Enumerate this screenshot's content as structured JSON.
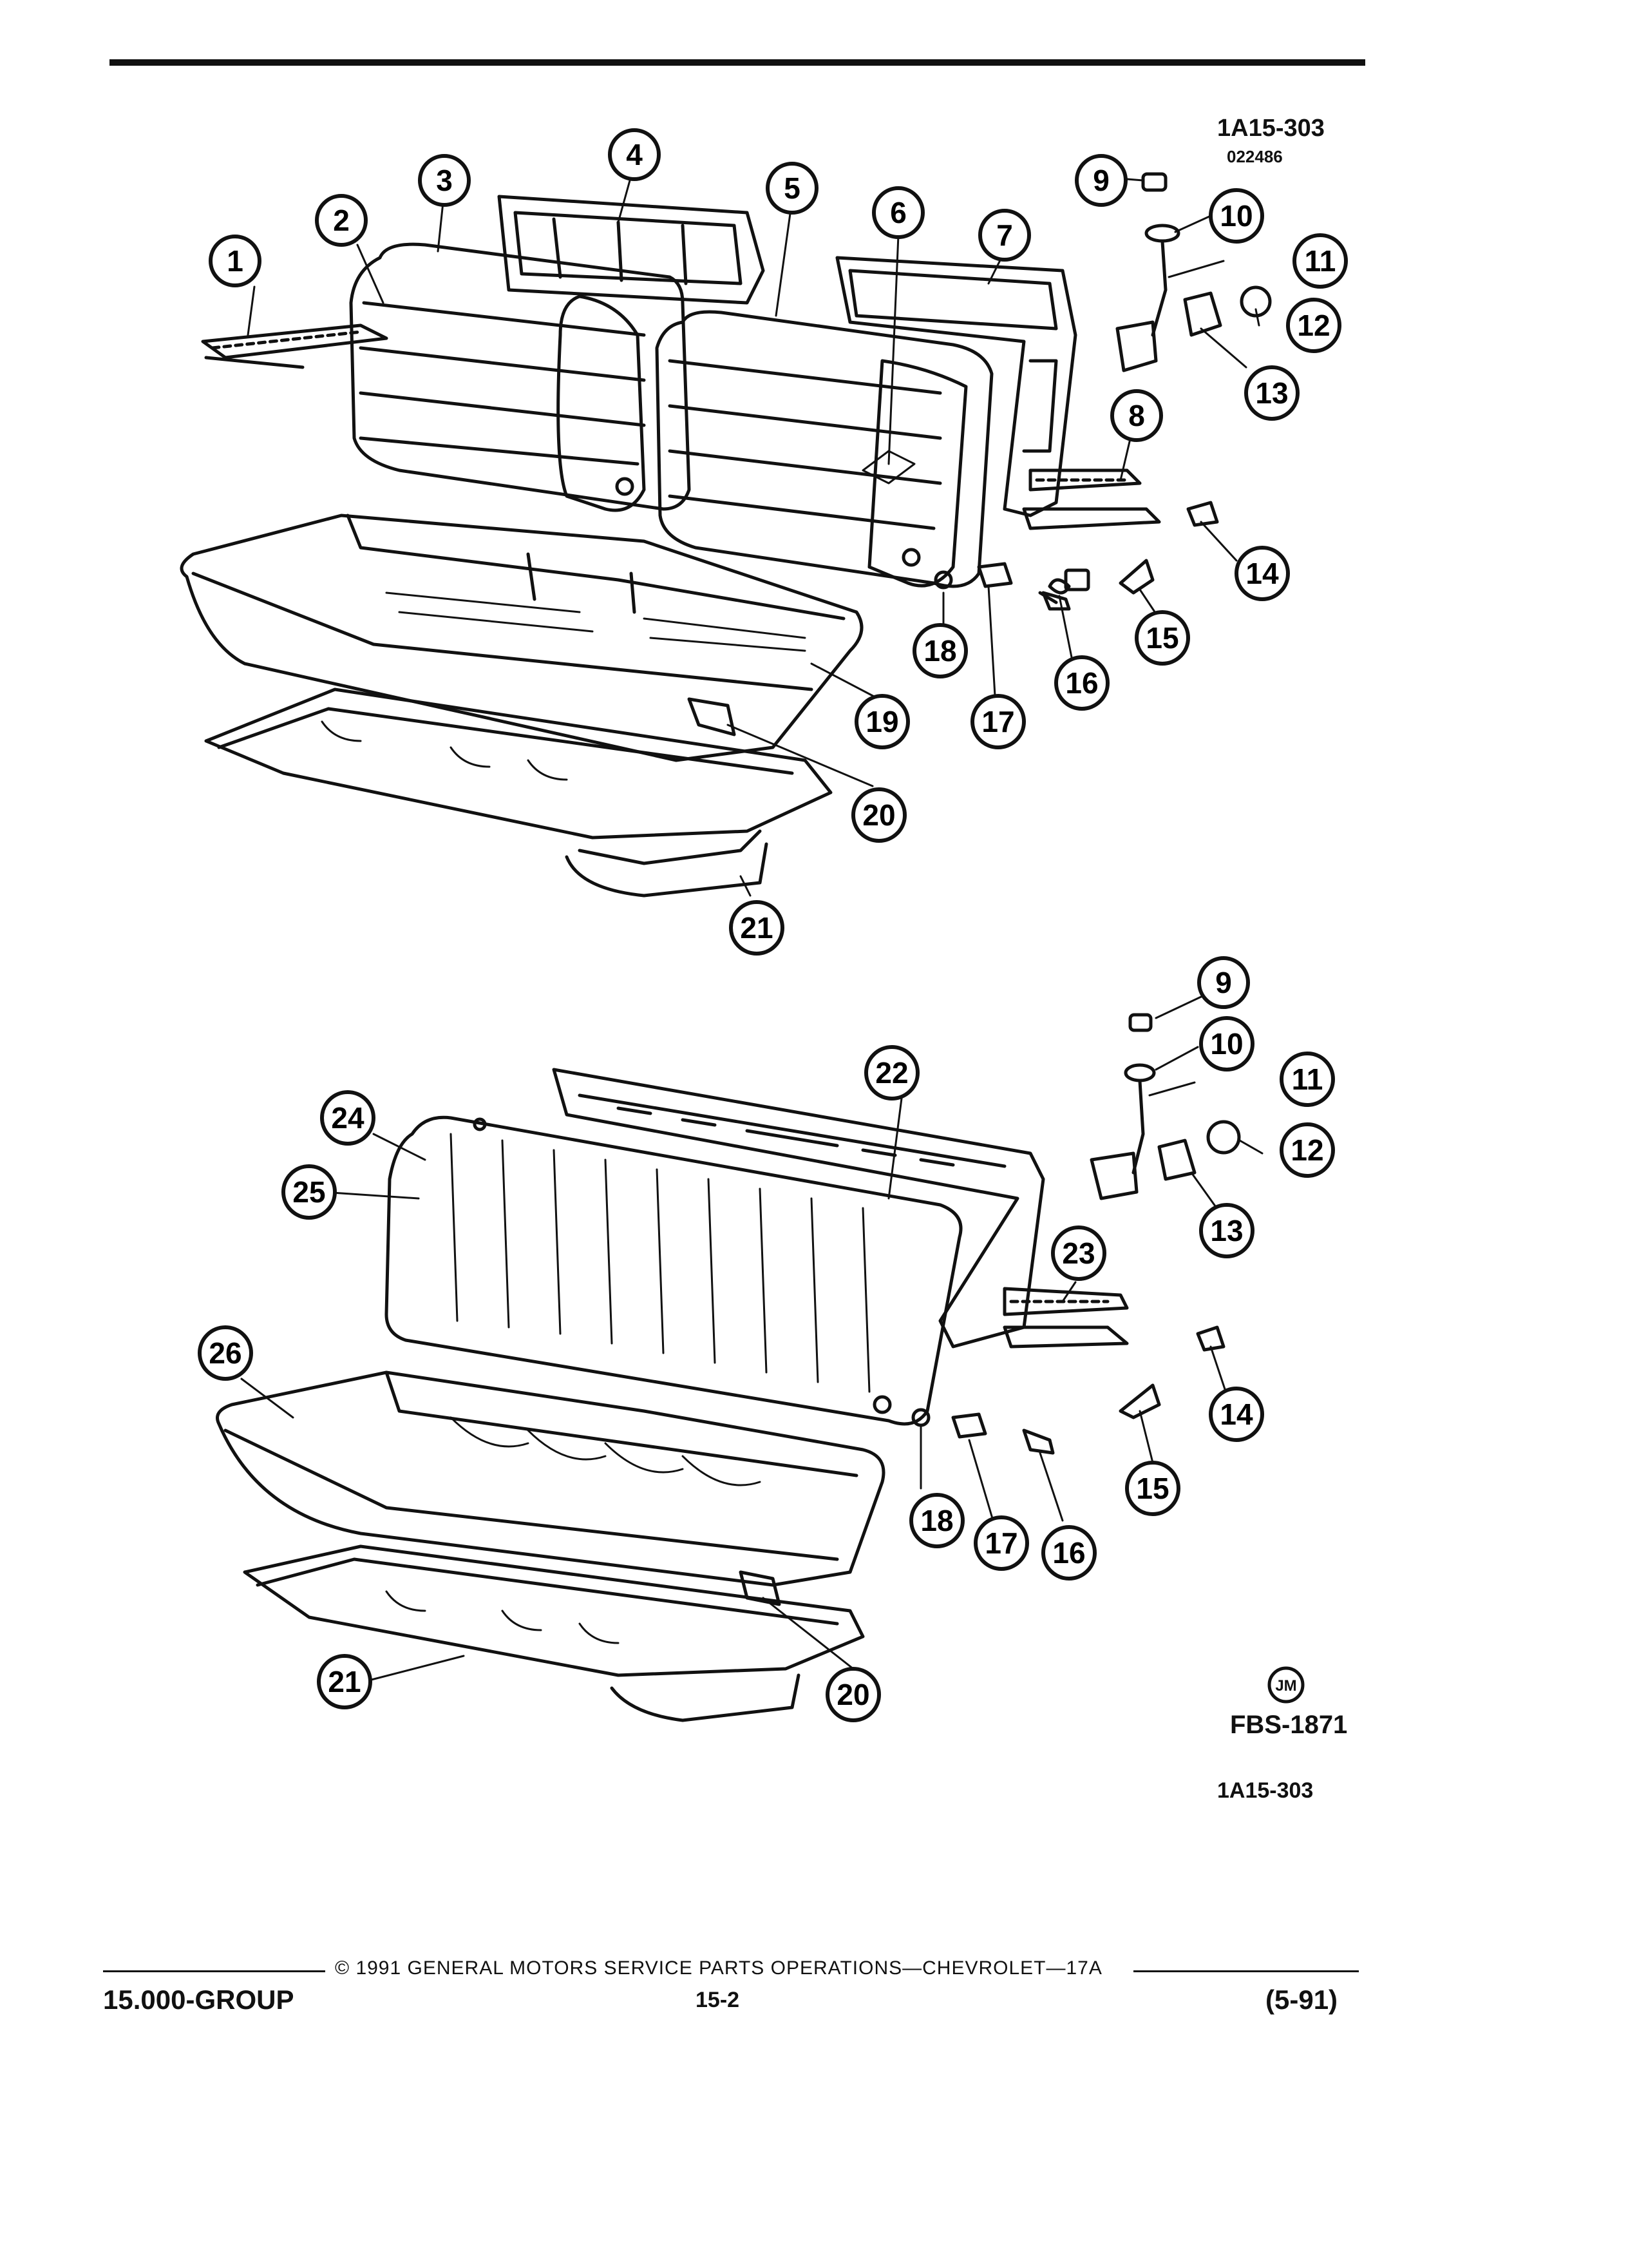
{
  "header": {
    "ref_code": "1A15-303",
    "ref_sub": "022486"
  },
  "figure": {
    "logo_text": "JM",
    "fig_code": "FBS-1871",
    "fig_ref": "1A15-303"
  },
  "callouts_upper": [
    "1",
    "2",
    "3",
    "4",
    "5",
    "6",
    "7",
    "8",
    "9",
    "10",
    "11",
    "12",
    "13",
    "14",
    "15",
    "16",
    "17",
    "18",
    "19",
    "20",
    "21"
  ],
  "callouts_lower": [
    "9",
    "10",
    "11",
    "12",
    "13",
    "14",
    "15",
    "16",
    "17",
    "18",
    "20",
    "21",
    "22",
    "23",
    "24",
    "25",
    "26"
  ],
  "footer": {
    "group": "15.000-GROUP",
    "copyright": "© 1991 GENERAL MOTORS SERVICE PARTS OPERATIONS—CHEVROLET—17A",
    "page": "15-2",
    "date": "(5-91)"
  }
}
